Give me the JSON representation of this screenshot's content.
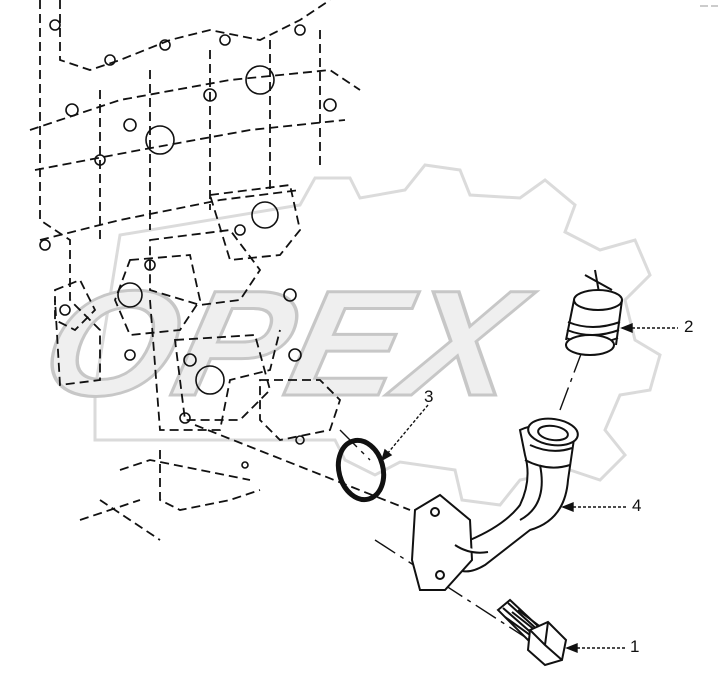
{
  "watermark": {
    "text": "OPEX"
  },
  "callouts": [
    {
      "id": "1",
      "label": "1"
    },
    {
      "id": "2",
      "label": "2"
    },
    {
      "id": "3",
      "label": "3"
    },
    {
      "id": "4",
      "label": "4"
    }
  ],
  "colors": {
    "line": "#111111",
    "watermark": "#d9d9d9"
  }
}
